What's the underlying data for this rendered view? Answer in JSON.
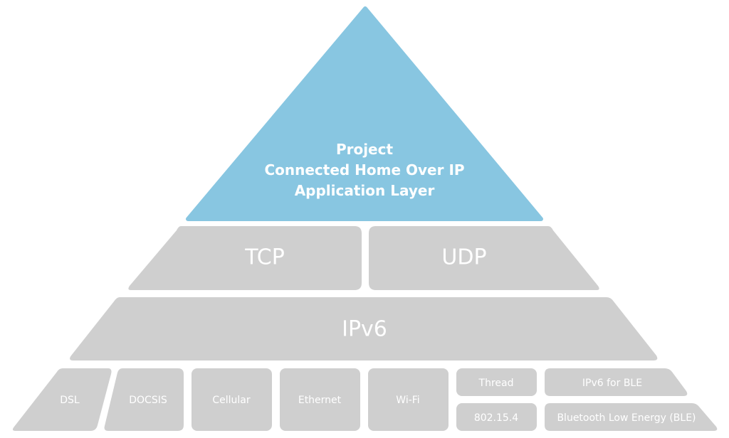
{
  "colors": {
    "application_layer": "#88c6e1",
    "lower_layers": "#cfcfcf",
    "label_text": "#ffffff"
  },
  "application_layer": {
    "lines": [
      "Project",
      "Connected Home Over IP",
      "Application Layer"
    ]
  },
  "transport_layer": {
    "left": "TCP",
    "right": "UDP"
  },
  "network_layer": {
    "label": "IPv6"
  },
  "link_layer": {
    "dsl": "DSL",
    "docsis": "DOCSIS",
    "cellular": "Cellular",
    "ethernet": "Ethernet",
    "wifi": "Wi-Fi",
    "thread": "Thread",
    "ieee_802_15_4": "802.15.4",
    "ipv6_for_ble": "IPv6 for BLE",
    "ble": "Bluetooth Low Energy (BLE)"
  }
}
